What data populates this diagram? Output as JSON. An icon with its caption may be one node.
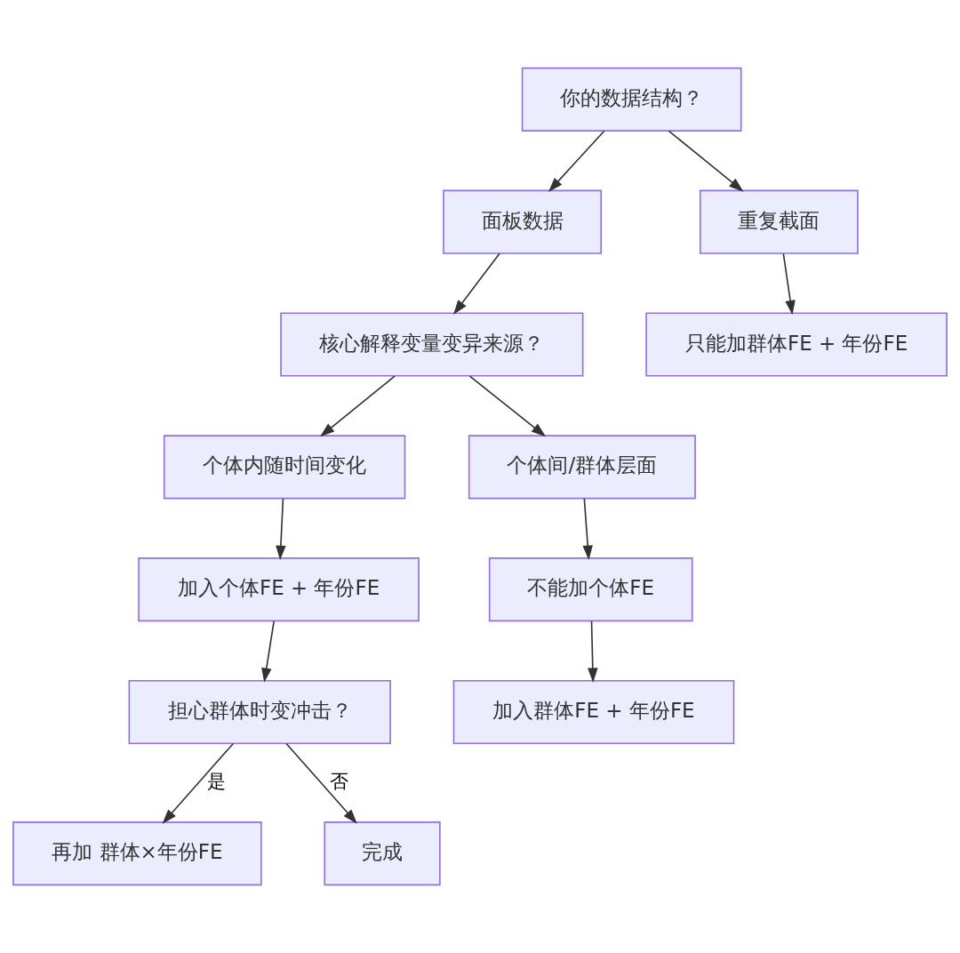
{
  "diagram": {
    "nodes": [
      {
        "text": [
          "你的数据结构？"
        ]
      },
      {
        "text": [
          "面板数据"
        ]
      },
      {
        "text": [
          "重复截面"
        ]
      },
      {
        "text": [
          "核心解释变量变异来源？"
        ]
      },
      {
        "text": [
          "只能加群体FE + 年份FE"
        ]
      },
      {
        "text": [
          "个体内随时间变化"
        ]
      },
      {
        "text": [
          "个体间/群体层面"
        ]
      },
      {
        "text": [
          "加入个体FE + 年份FE"
        ]
      },
      {
        "text": [
          "不能加个体FE"
        ]
      },
      {
        "text": [
          "担心群体时变冲击？"
        ]
      },
      {
        "text": [
          "加入群体FE + 年份FE"
        ]
      },
      {
        "text": [
          "再加 群体×年份FE"
        ]
      },
      {
        "text": [
          "完成"
        ]
      }
    ],
    "edges": [
      {
        "from": 0,
        "to": 1,
        "arrow": "to"
      },
      {
        "from": 0,
        "to": 2,
        "arrow": "to"
      },
      {
        "from": 1,
        "to": 3,
        "arrow": "to"
      },
      {
        "from": 2,
        "to": 4,
        "arrow": "to"
      },
      {
        "from": 3,
        "to": 5,
        "arrow": "to"
      },
      {
        "from": 3,
        "to": 6,
        "arrow": "to"
      },
      {
        "from": 5,
        "to": 7,
        "arrow": "to"
      },
      {
        "from": 6,
        "to": 8,
        "arrow": "to"
      },
      {
        "from": 8,
        "to": 10,
        "arrow": "to"
      },
      {
        "from": 7,
        "to": 9,
        "arrow": "to"
      },
      {
        "from": 9,
        "to": 11,
        "label": "是",
        "arrow": "to"
      },
      {
        "from": 9,
        "to": 12,
        "label": "否",
        "arrow": "to"
      }
    ]
  }
}
